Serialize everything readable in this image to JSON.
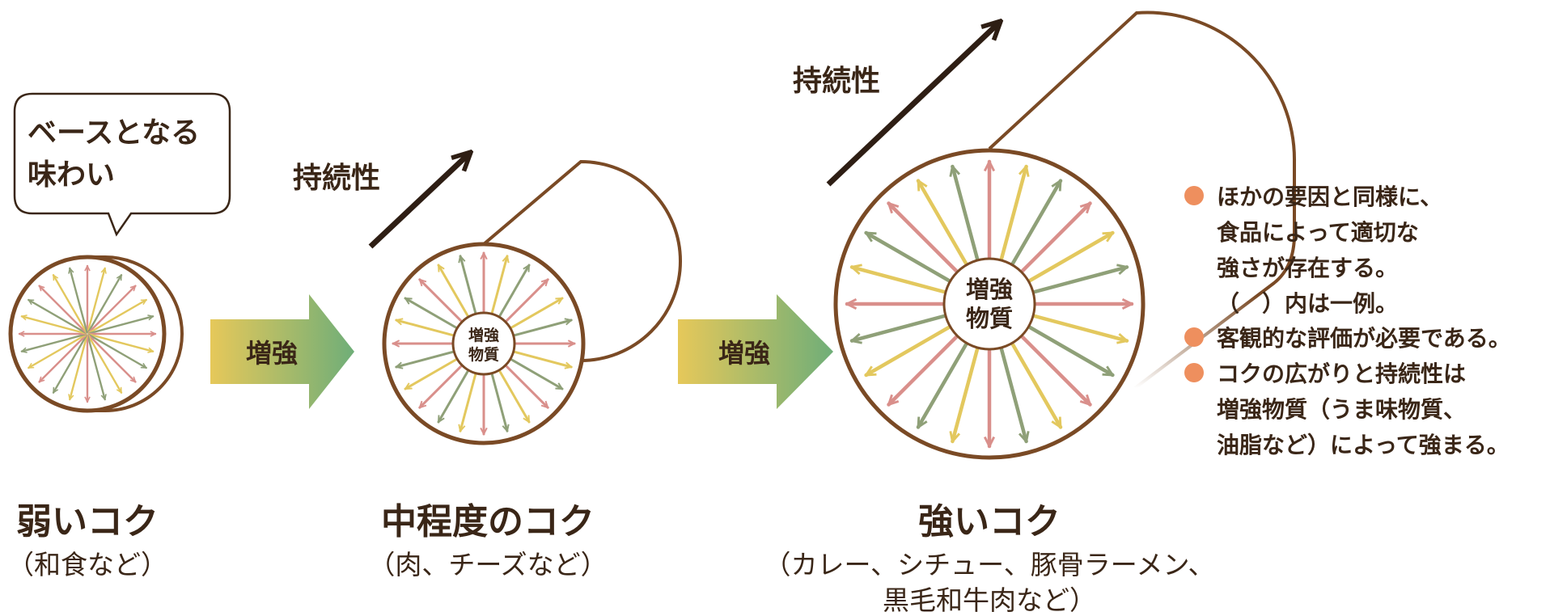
{
  "bubble": {
    "lines": [
      "ベースとなる",
      "味わい"
    ]
  },
  "stages": [
    {
      "title": "弱いコク",
      "subtitle_lines": [
        "（和食など）"
      ]
    },
    {
      "title": "中程度のコク",
      "subtitle_lines": [
        "（肉、チーズなど）"
      ],
      "persist_label": "持続性",
      "center_lines": [
        "増強",
        "物質"
      ]
    },
    {
      "title": "強いコク",
      "subtitle_lines": [
        "（カレー、シチュー、豚骨ラーメン、",
        "黒毛和牛肉など）"
      ],
      "persist_label": "持続性",
      "center_lines": [
        "増強",
        "物質"
      ]
    }
  ],
  "arrows": [
    {
      "label": "増強"
    },
    {
      "label": "増強"
    }
  ],
  "notes": [
    {
      "lines": [
        "ほかの要因と同様に、",
        "食品によって適切な",
        "強さが存在する。",
        "（　）内は一例。"
      ]
    },
    {
      "lines": [
        "客観的な評価が必要である。"
      ]
    },
    {
      "lines": [
        "コクの広がりと持続性は",
        "増強物質（うま味物質、",
        "油脂など）によって強まる。"
      ]
    }
  ],
  "colors": {
    "ring": "#7a4a25",
    "pink": "#d98f8b",
    "yellow": "#e3c85e",
    "green": "#8fa078",
    "bullet": "#ee8f5e",
    "arrow_start": "#e6c85a",
    "arrow_end": "#6fae78",
    "dark": "#2e1e14"
  }
}
